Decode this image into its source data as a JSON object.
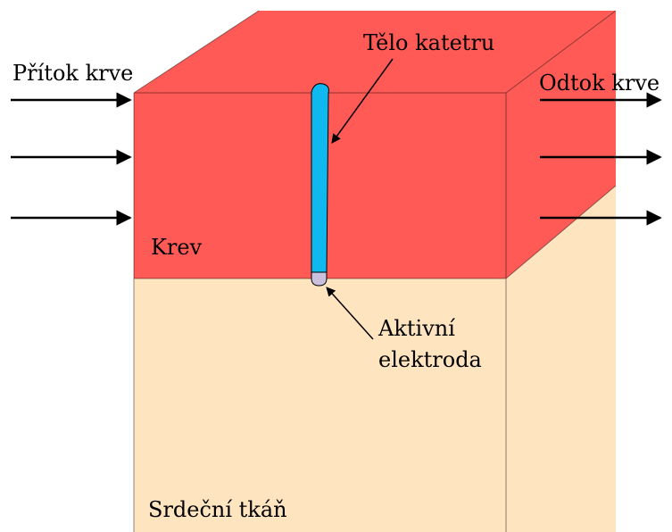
{
  "labels": {
    "inflow": "Přítok krve",
    "outflow": "Odtok krve",
    "catheter_body": "Tělo katetru",
    "blood": "Krev",
    "active_electrode_line1": "Aktivní",
    "active_electrode_line2": "elektroda",
    "heart_tissue": "Srdeční tkáň"
  },
  "colors": {
    "blood": "#ff5a55",
    "blood_top": "#ff5a55",
    "tissue": "#ffe4c0",
    "catheter": "#10b8f0",
    "electrode": "#c8c0dc",
    "outline": "#000000"
  },
  "icons": {
    "inflow_arrows": "right-arrow-icon",
    "outflow_arrows": "right-arrow-icon",
    "pointer_arrows": "pointer-arrow-icon"
  }
}
